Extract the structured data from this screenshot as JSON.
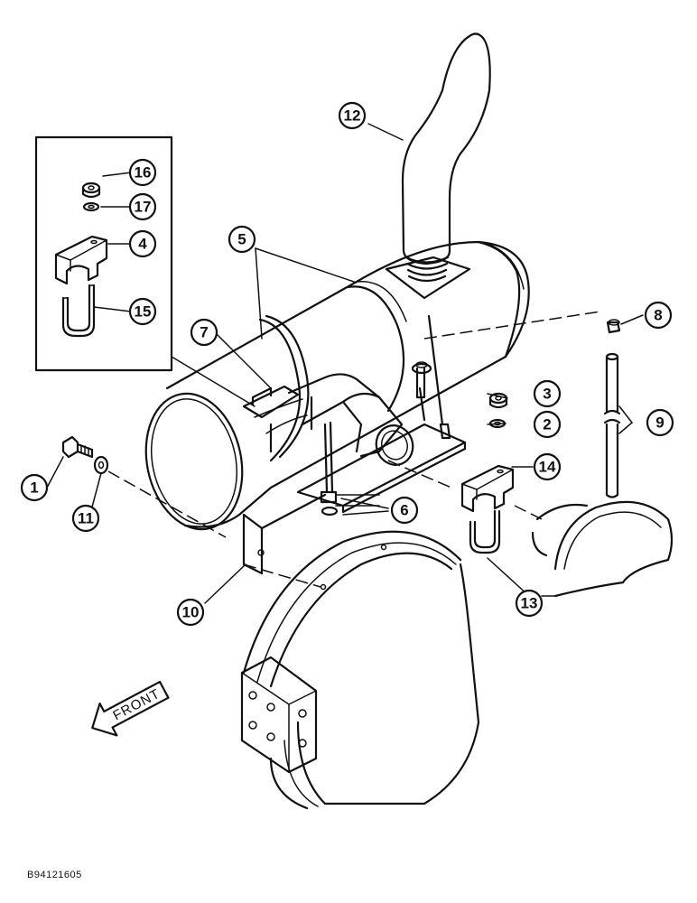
{
  "figure_id": "B94121605",
  "front_label": "FRONT",
  "callouts": [
    {
      "id": "1",
      "label": "1"
    },
    {
      "id": "2",
      "label": "2"
    },
    {
      "id": "3",
      "label": "3"
    },
    {
      "id": "4",
      "label": "4"
    },
    {
      "id": "5",
      "label": "5"
    },
    {
      "id": "6",
      "label": "6"
    },
    {
      "id": "7",
      "label": "7"
    },
    {
      "id": "8",
      "label": "8"
    },
    {
      "id": "9",
      "label": "9"
    },
    {
      "id": "10",
      "label": "10"
    },
    {
      "id": "11",
      "label": "11"
    },
    {
      "id": "12",
      "label": "12"
    },
    {
      "id": "13",
      "label": "13"
    },
    {
      "id": "14",
      "label": "14"
    },
    {
      "id": "15",
      "label": "15"
    },
    {
      "id": "16",
      "label": "16"
    },
    {
      "id": "17",
      "label": "17"
    }
  ]
}
